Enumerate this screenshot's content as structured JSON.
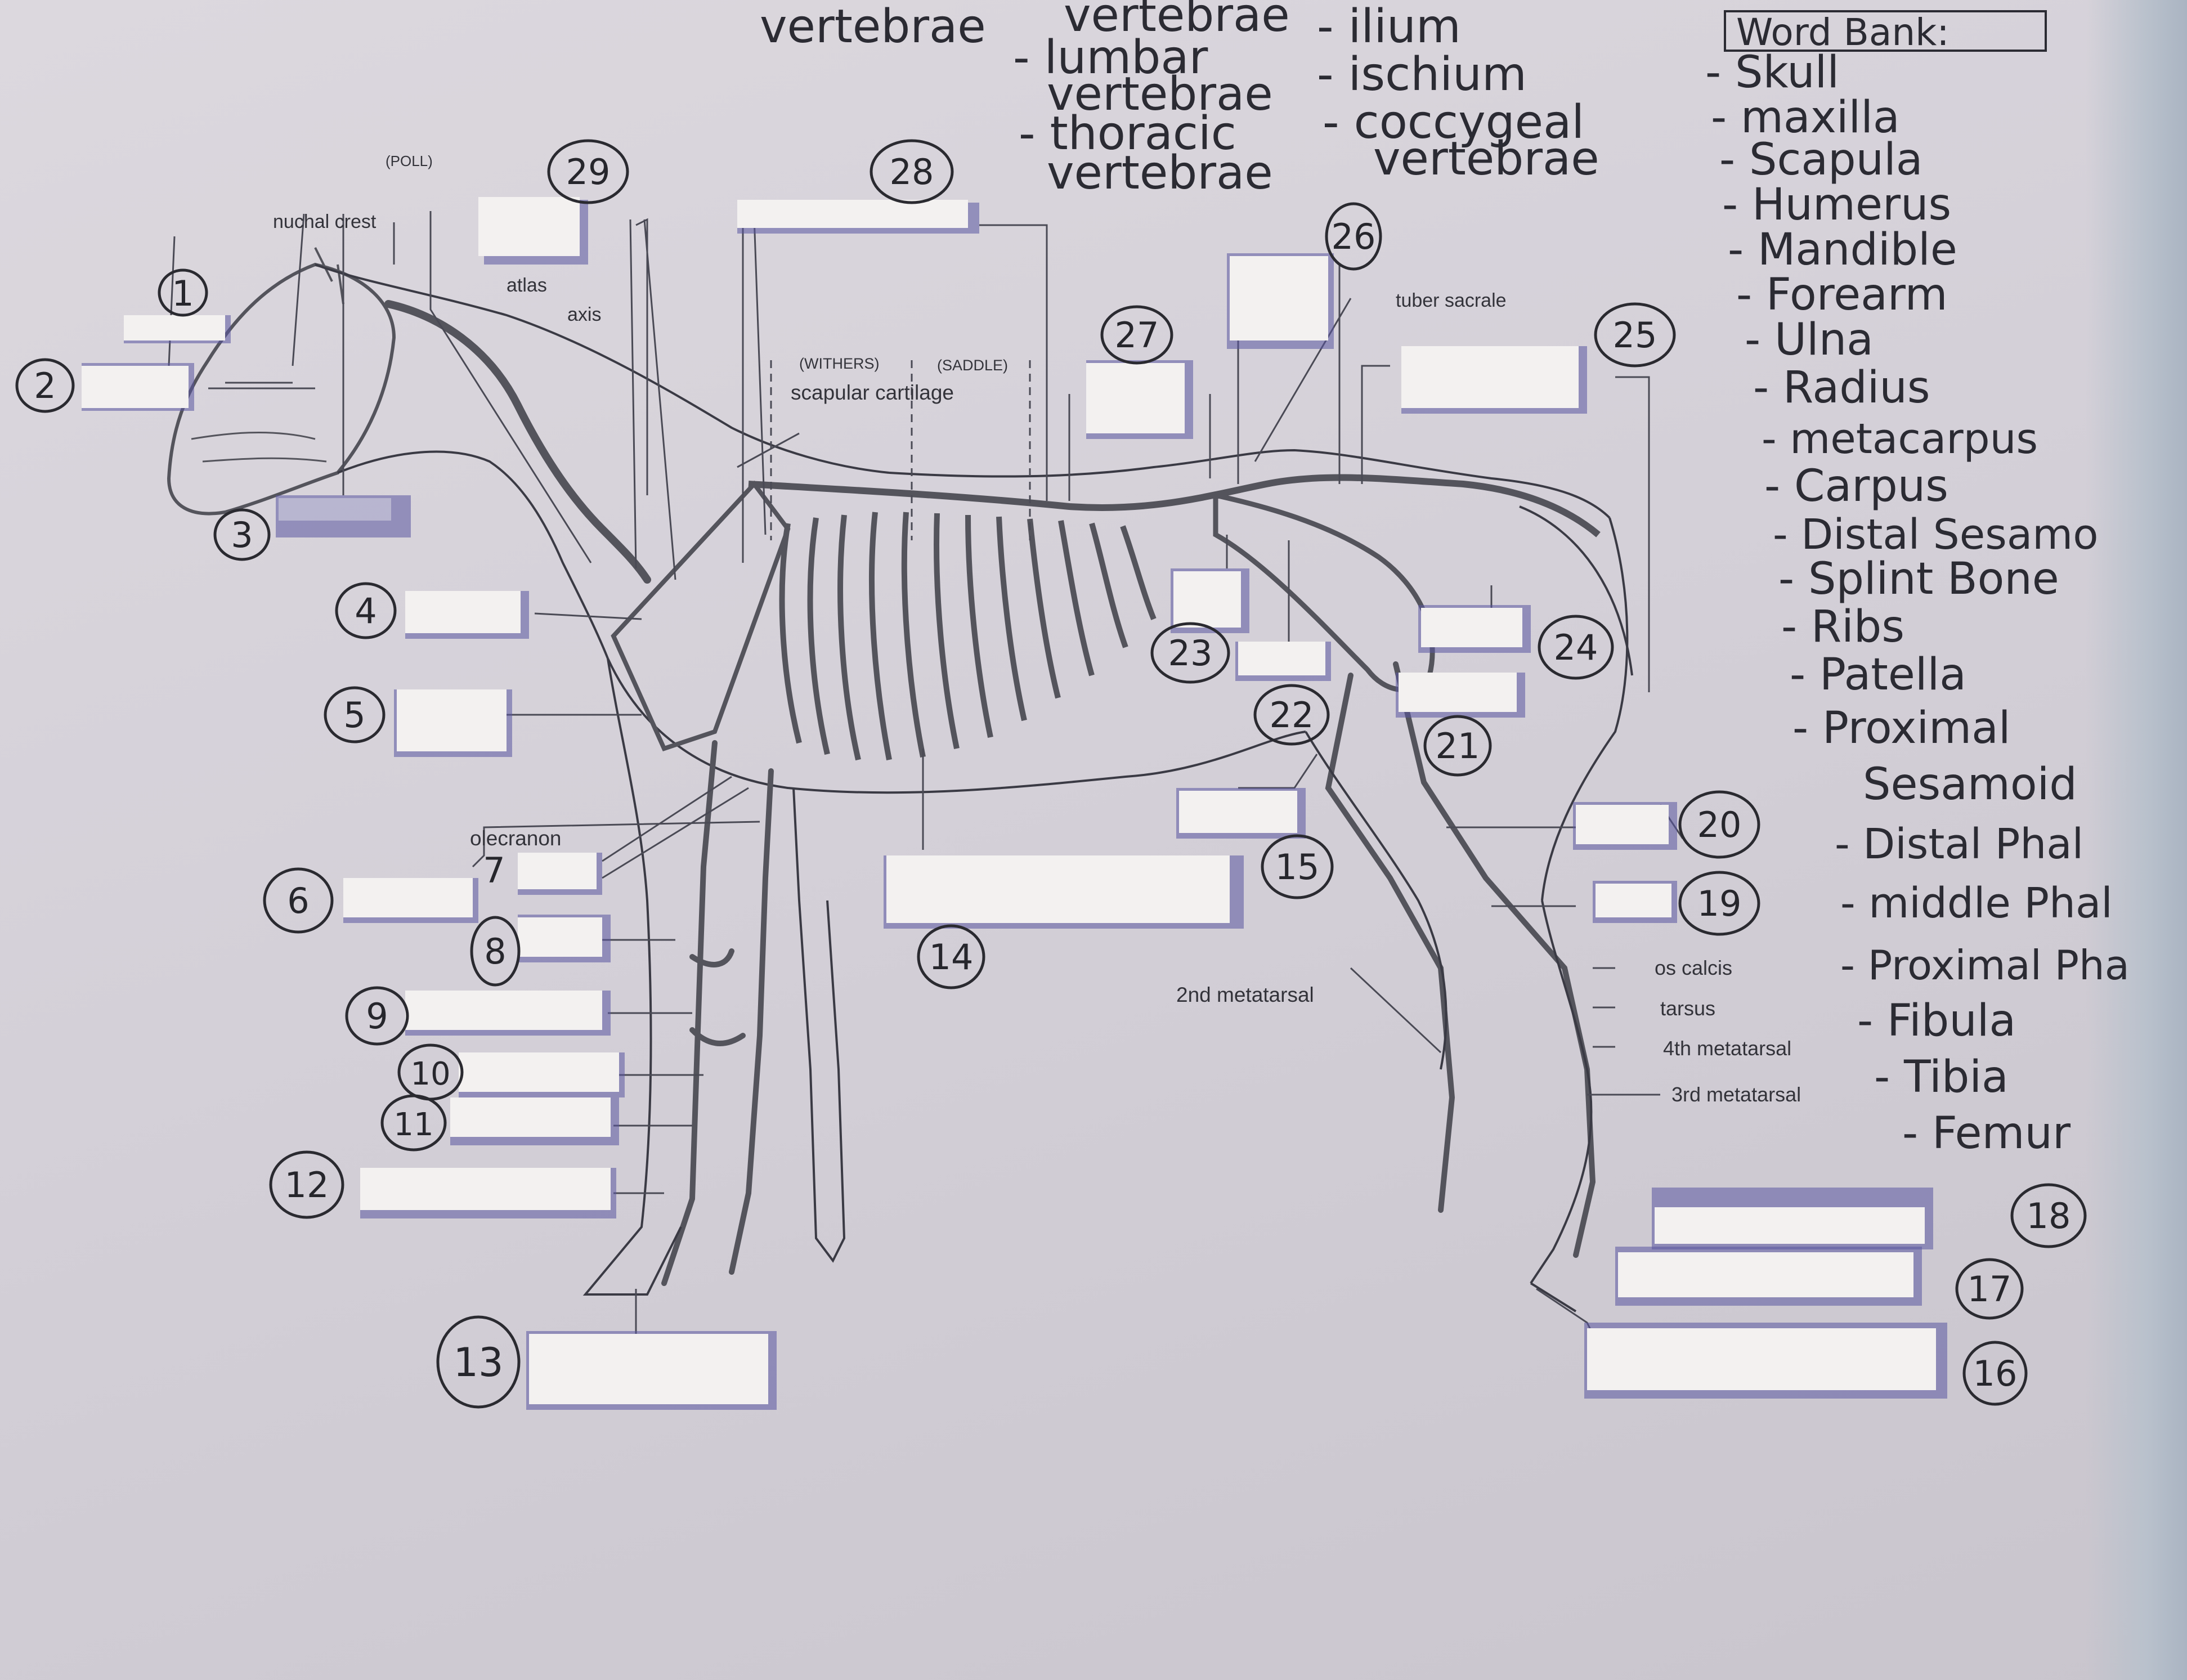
{
  "word_bank": {
    "title": "Word Bank:",
    "items": [
      "- Skull",
      "- maxilla",
      "- Scapula",
      "- Humerus",
      "- Mandible",
      "- Forearm",
      "- Ulna",
      "- Radius",
      "- metacarpus",
      "- Carpus",
      "- Distal Sesamo",
      "- Splint Bone",
      "- Ribs",
      "- Patella",
      "- Proximal",
      "Sesamoid",
      "- Distal Phal",
      "- middle Phal",
      "- Proximal Pha",
      "- Fibula",
      "- Tibia",
      "- Femur"
    ]
  },
  "word_bank_top": {
    "col1": [
      "vertebrae"
    ],
    "col2": [
      "vertebrae",
      "- lumbar",
      "vertebrae",
      "- thoracic",
      "vertebrae"
    ],
    "col3": [
      "- ilium",
      "- ischium",
      "- coccygeal",
      "vertebrae"
    ]
  },
  "printed_labels": {
    "poll": "(POLL)",
    "nuchal_crest": "nuchal crest",
    "atlas": "atlas",
    "axis": "axis",
    "withers": "(WITHERS)",
    "saddle": "(SADDLE)",
    "scapular_cartilage": "scapular cartilage",
    "tuber_sacrale": "tuber sacrale",
    "olecranon": "olecranon",
    "second_metatarsal": "2nd metatarsal",
    "os_calcis": "os calcis",
    "tarsus": "tarsus",
    "fourth_metatarsal": "4th metatarsal",
    "third_metatarsal": "3rd metatarsal"
  },
  "numbers": [
    "1",
    "2",
    "3",
    "4",
    "5",
    "6",
    "7",
    "8",
    "9",
    "10",
    "11",
    "12",
    "13",
    "14",
    "15",
    "16",
    "17",
    "18",
    "19",
    "20",
    "21",
    "22",
    "23",
    "24",
    "25",
    "26",
    "27",
    "28",
    "29"
  ],
  "colors": {
    "paper": "#d6d2da",
    "ink": "#2b2b33",
    "correction_tape": "#f3f1f0",
    "tape_shadow": "#5a55a0"
  }
}
